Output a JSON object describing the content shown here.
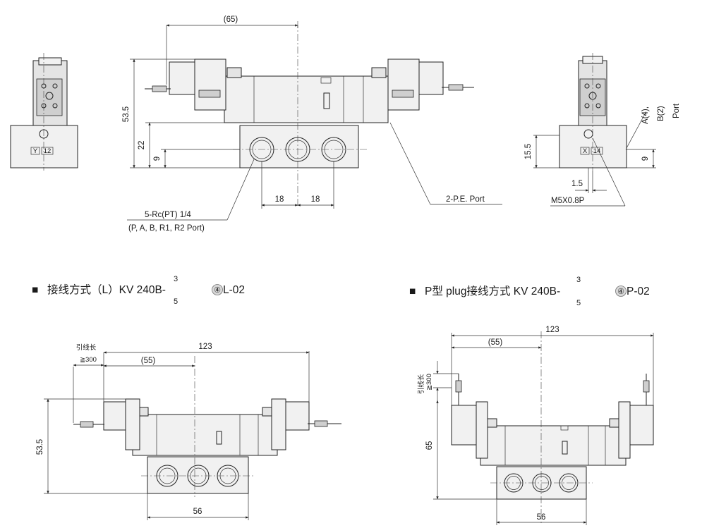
{
  "top_view": {
    "dim_65": "(65)",
    "dim_53_5": "53.5",
    "dim_22": "22",
    "dim_9": "9",
    "dim_18_a": "18",
    "dim_18_b": "18",
    "label_port": "5-Rc(PT)  1/4",
    "label_port_sub": "(P, A, B, R1, R2 Port)",
    "label_pe": "2-P.E. Port",
    "tag_left_y": "Y",
    "tag_left_12": "12"
  },
  "right_view": {
    "label_ab_1": "A(4),",
    "label_ab_2": "B(2)",
    "label_ab_3": "Port",
    "dim_15_5": "15.5",
    "dim_9": "9",
    "dim_1_5": "1.5",
    "label_m5": "M5X0.8P",
    "tag_x": "X",
    "tag_14": "14"
  },
  "section_l": {
    "bullet": "■",
    "title": "接线方式（L）KV 240B-",
    "sup": "3",
    "sub": "5",
    "circled": "④",
    "suffix": "L-02",
    "lead_label": "引线长",
    "lead_value": "≧300",
    "dim_123": "123",
    "dim_55": "(55)",
    "dim_53_5": "53.5",
    "dim_56": "56"
  },
  "section_p": {
    "bullet": "■",
    "title": "P型 plug接线方式  KV 240B-",
    "sup": "3",
    "sub": "5",
    "circled": "④",
    "suffix": "P-02",
    "lead_label": "引线长",
    "lead_value": "≧300",
    "dim_123": "123",
    "dim_55": "(55)",
    "dim_65": "65",
    "dim_56": "56"
  }
}
